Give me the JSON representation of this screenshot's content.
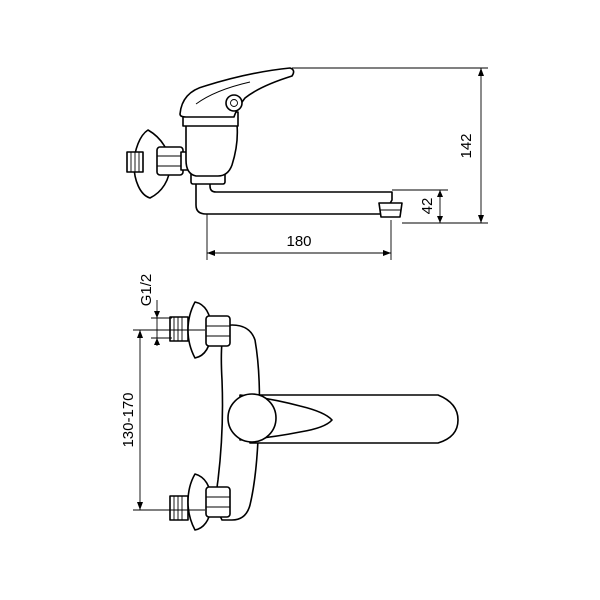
{
  "dimensions": {
    "total_height": "142",
    "spout_height": "42",
    "spout_reach": "180",
    "thread_size": "G1/2",
    "inlet_spacing": "130-170"
  }
}
